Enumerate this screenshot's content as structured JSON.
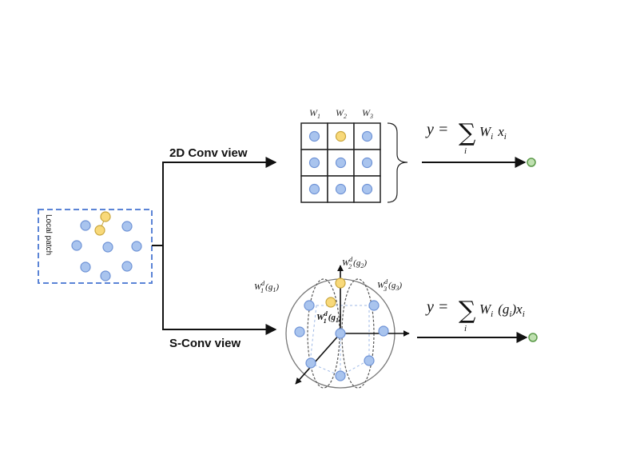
{
  "colors": {
    "node_blue_fill": "#a9c4ee",
    "node_blue_stroke": "#6f93d6",
    "node_yellow_fill": "#f8d97a",
    "node_yellow_stroke": "#c9a63c",
    "output_green_fill": "#bfe0b0",
    "output_green_stroke": "#5c9b4a",
    "patch_border": "#5b84d6",
    "line": "#222222"
  },
  "patch": {
    "label": "Local patch"
  },
  "branches": {
    "top_label": "2D Conv view",
    "bottom_label": "S-Conv view"
  },
  "grid": {
    "weights": [
      "W1",
      "W2",
      "W3"
    ],
    "weight_labels": [
      {
        "base": "W",
        "sub": "1"
      },
      {
        "base": "W",
        "sub": "2"
      },
      {
        "base": "W",
        "sub": "3"
      }
    ]
  },
  "equation_2d": {
    "lhs": "y =",
    "sum": "∑",
    "index": "i",
    "term": "W",
    "term_sub": "i",
    "var": "x",
    "var_sub": "i"
  },
  "equation_s": {
    "lhs": "y =",
    "sum": "∑",
    "index": "i",
    "term": "W",
    "term_sub": "i",
    "arg": "(g",
    "arg_sub": "i",
    "arg_close": ")x",
    "var_sub": "i"
  },
  "sphere": {
    "labels": {
      "top": {
        "base": "W",
        "sub": "2",
        "sup": "d",
        "arg": "(g",
        "arg_sub": "2",
        "close": ")"
      },
      "left": {
        "base": "W",
        "sub": "1",
        "sup": "d",
        "arg": "(g",
        "arg_sub": "1",
        "close": ")"
      },
      "right": {
        "base": "W",
        "sub": "3",
        "sup": "d",
        "arg": "(g",
        "arg_sub": "3",
        "close": ")"
      },
      "center": {
        "base": "W",
        "sub": "1",
        "sup": "d",
        "arg": "(g",
        "arg_sub": "1",
        "close": ")"
      }
    }
  }
}
